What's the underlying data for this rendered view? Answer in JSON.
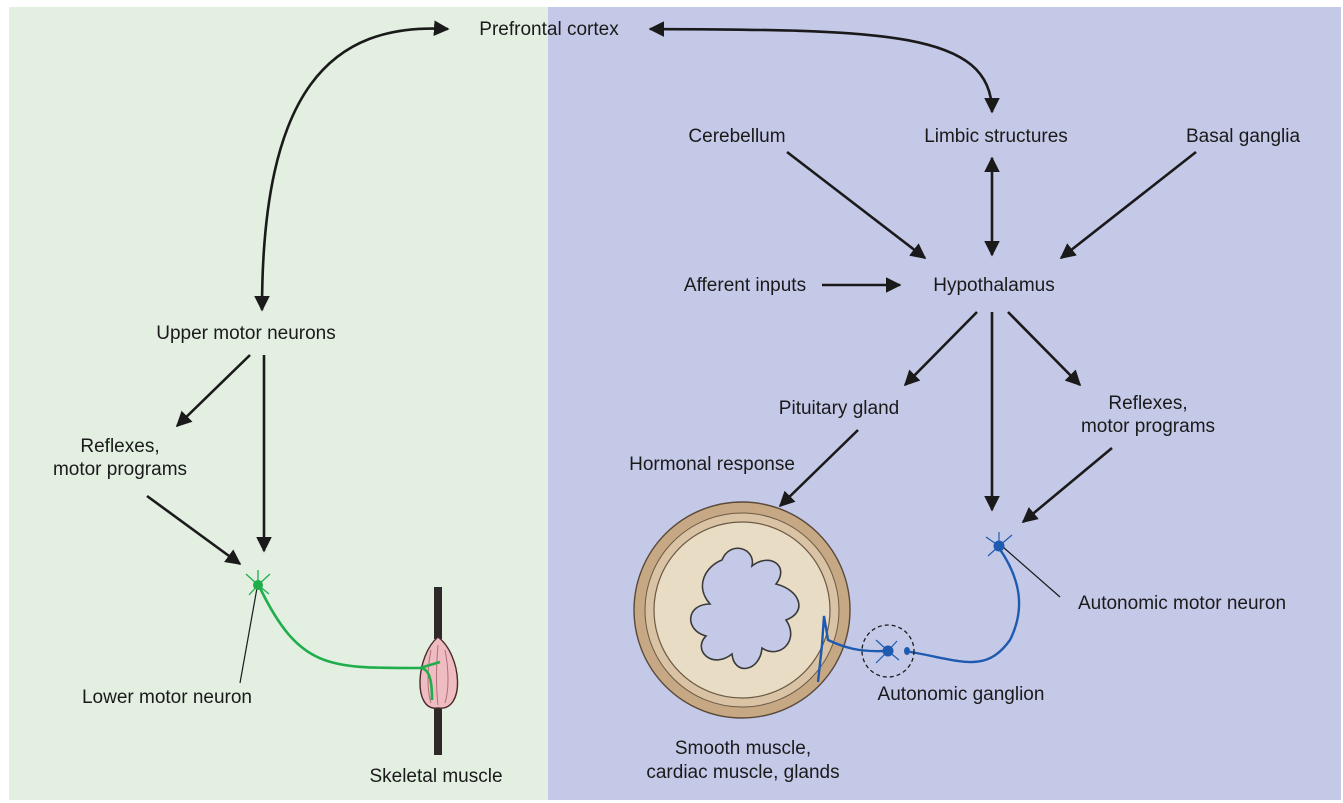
{
  "colors": {
    "somatic_panel": "#e2efe1",
    "autonomic_panel": "#c5c9e8",
    "arrow": "#1a1a1a",
    "somatic_neuron": "#1fae4b",
    "autonomic_neuron": "#1e5bb0",
    "muscle_fill": "#efbcc1",
    "organ_ring": "#c7a884",
    "organ_inner": "#e9dcc4"
  },
  "nodes": {
    "prefrontal_cortex": "Prefrontal cortex",
    "cerebellum": "Cerebellum",
    "limbic_structures": "Limbic structures",
    "basal_ganglia": "Basal ganglia",
    "afferent_inputs": "Afferent inputs",
    "hypothalamus": "Hypothalamus",
    "upper_motor_neurons": "Upper motor neurons",
    "somatic_reflexes": [
      "Reflexes,",
      "motor programs"
    ],
    "pituitary_gland": "Pituitary gland",
    "hormonal_response": "Hormonal response",
    "autonomic_reflexes": [
      "Reflexes,",
      "motor programs"
    ],
    "lower_motor_neuron": "Lower motor neuron",
    "skeletal_muscle": "Skeletal muscle",
    "autonomic_motor_neuron": "Autonomic motor neuron",
    "autonomic_ganglion": "Autonomic ganglion",
    "effectors": [
      "Smooth muscle,",
      "cardiac muscle, glands"
    ]
  },
  "icons": {
    "skeletal_muscle": "muscle-icon",
    "effector_organ": "organ-cross-section-icon",
    "lower_motor_neuron": "neuron-icon",
    "autonomic_motor_neuron": "neuron-icon",
    "ganglion_neuron": "neuron-icon"
  }
}
